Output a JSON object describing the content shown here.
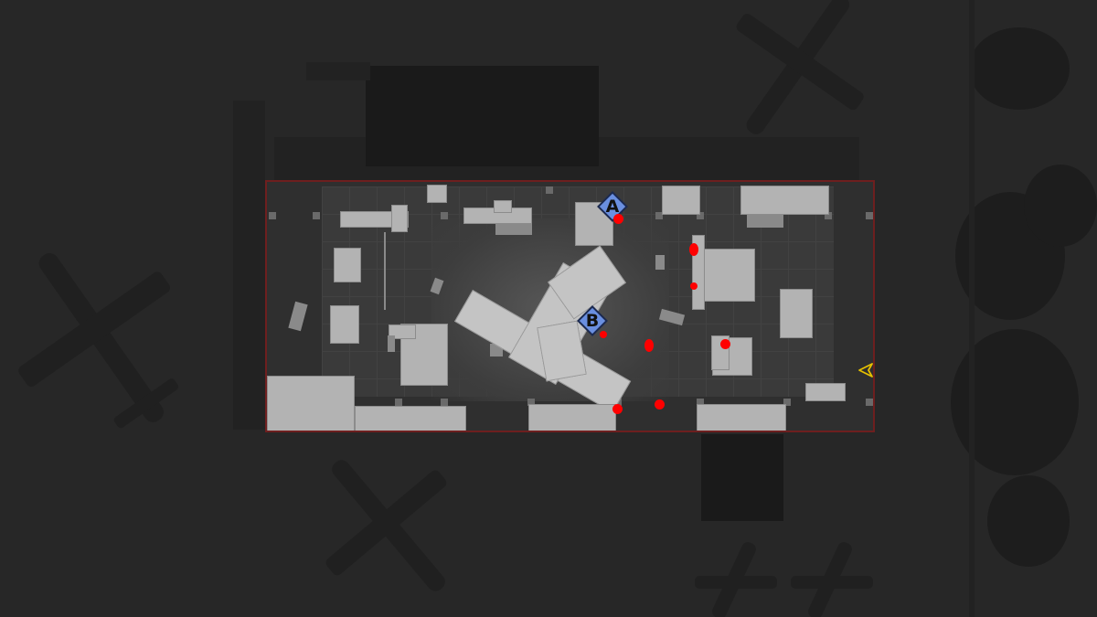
{
  "map": {
    "sites": [
      {
        "label": "A",
        "color": "#6a8fe0"
      },
      {
        "label": "B",
        "color": "#6a8fe0"
      }
    ],
    "spawn_color": "#ff0000",
    "boundary_color": "#6e1f1f",
    "player_marker_color": "#e6c000",
    "icons": {
      "site": "diamond-site-icon",
      "spawn": "spawn-dot",
      "player": "arrowhead-icon"
    }
  }
}
